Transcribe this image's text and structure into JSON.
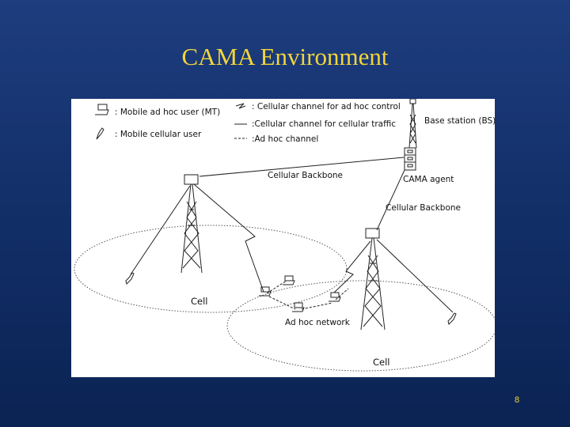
{
  "slide": {
    "title": "CAMA Environment",
    "page_number": "8"
  },
  "legend": {
    "mt": ": Mobile ad hoc user (MT)",
    "cellular_user": ": Mobile cellular user",
    "control_channel": ": Cellular channel for ad hoc control",
    "traffic_channel": ":Cellular channel for cellular traffic",
    "adhoc_channel": ":Ad hoc channel"
  },
  "labels": {
    "base_station": "Base station (BS)",
    "cama_agent": "CAMA agent",
    "backbone_top": "Cellular Backbone",
    "backbone_right": "Cellular Backbone",
    "cell_left": "Cell",
    "cell_right": "Cell",
    "adhoc_network": "Ad hoc network"
  }
}
